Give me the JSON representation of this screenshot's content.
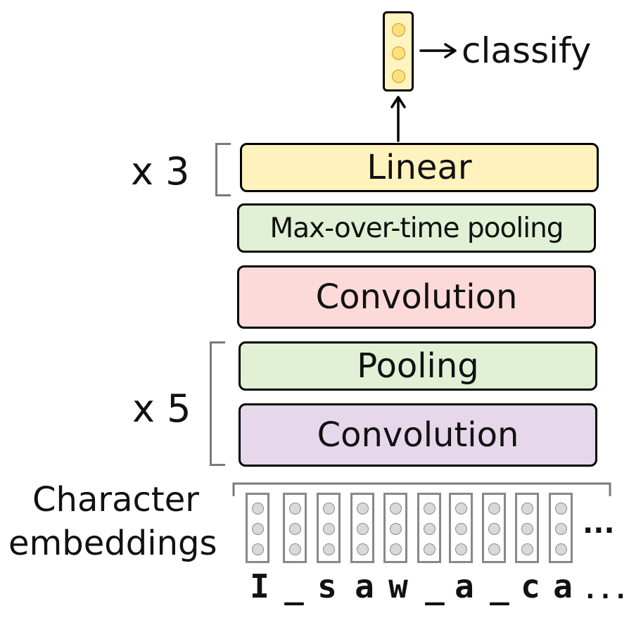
{
  "output": {
    "label": "classify",
    "vector_color": "#fff3bf",
    "node_color": "#ffe17a"
  },
  "layers": [
    {
      "label": "Linear",
      "color": "#fff2bd"
    },
    {
      "label": "Max-over-time pooling",
      "color": "#e2f1d6"
    },
    {
      "label": "Convolution",
      "color": "#fddada"
    },
    {
      "label": "Pooling",
      "color": "#e2f1d6"
    },
    {
      "label": "Convolution",
      "color": "#e6d8ea"
    }
  ],
  "repeats": [
    {
      "label": "x 3"
    },
    {
      "label": "x 5"
    }
  ],
  "embeddings": {
    "label_line1": "Character",
    "label_line2": "embeddings",
    "ellipsis": "...",
    "characters": [
      "I",
      "_",
      "s",
      "a",
      "w",
      "_",
      "a",
      "_",
      "c",
      "a",
      "..."
    ]
  }
}
